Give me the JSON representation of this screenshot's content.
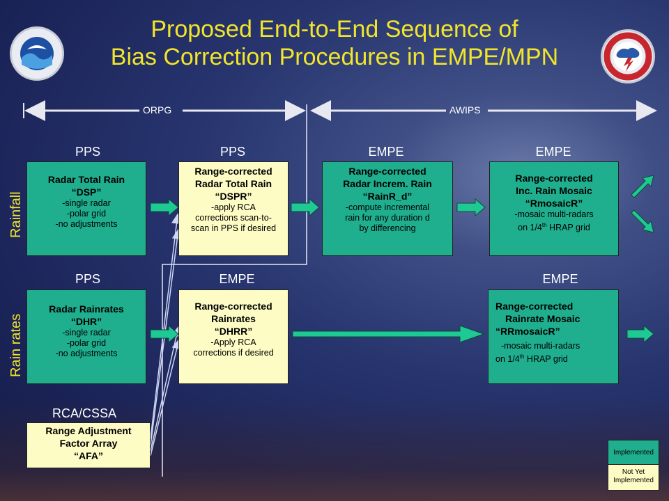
{
  "title_line1": "Proposed End-to-End Sequence of",
  "title_line2": "Bias Correction Procedures in EMPE/MPN",
  "bands": {
    "orpg": "ORPG",
    "awips": "AWIPS"
  },
  "rows": {
    "rainfall": "Rainfall",
    "rain_rates": "Rain rates"
  },
  "stages": {
    "pps1": "PPS",
    "pps2": "PPS",
    "empe1": "EMPE",
    "empe2": "EMPE",
    "pps3": "PPS",
    "empe3": "EMPE",
    "empe4": "EMPE",
    "rca_cssa": "RCA/CSSA"
  },
  "boxes": {
    "dsp": {
      "l1": "Radar Total Rain",
      "l2": "“DSP”",
      "s1": "-single radar",
      "s2": "-polar grid",
      "s3": "-no adjustments"
    },
    "dspr": {
      "l1": "Range-corrected",
      "l2": "Radar Total Rain",
      "l3": "“DSPR”",
      "s1": "-apply RCA",
      "s2": "corrections scan-to-",
      "s3": "scan in PPS if desired"
    },
    "rainr": {
      "l1": "Range-corrected",
      "l2": "Radar Increm. Rain",
      "l3": "“RainR_d”",
      "s1": "-compute incremental",
      "s2": "rain for any duration d",
      "s3": "by differencing"
    },
    "rmosaic": {
      "l1": "Range-corrected",
      "l2": "Inc. Rain Mosaic",
      "l3": "“RmosaicR”",
      "s1": "-mosaic multi-radars",
      "s2": "on 1/4th HRAP grid"
    },
    "dhr": {
      "l1": "Radar Rainrates",
      "l2": "“DHR”",
      "s1": "-single radar",
      "s2": "-polar grid",
      "s3": "-no adjustments"
    },
    "dhrr": {
      "l1": "Range-corrected",
      "l2": "Rainrates",
      "l3": "“DHRR”",
      "s1": "-Apply RCA",
      "s2": "corrections if desired"
    },
    "rrmosaic": {
      "l1": "Range-corrected",
      "l2": "Rainrate Mosaic",
      "l3": "“RRmosaicR”",
      "s1": "-mosaic multi-radars",
      "s2": "on 1/4th HRAP grid"
    },
    "afa": {
      "l1": "Range Adjustment",
      "l2": "Factor Array",
      "l3": "“AFA”"
    }
  },
  "legend": {
    "implemented": "Implemented",
    "not_yet_1": "Not Yet",
    "not_yet_2": "Implemented"
  },
  "colors": {
    "implemented": "#1fae8e",
    "not_implemented": "#fdfcc5",
    "arrow": "#1fc994",
    "title": "#f2e52a"
  }
}
